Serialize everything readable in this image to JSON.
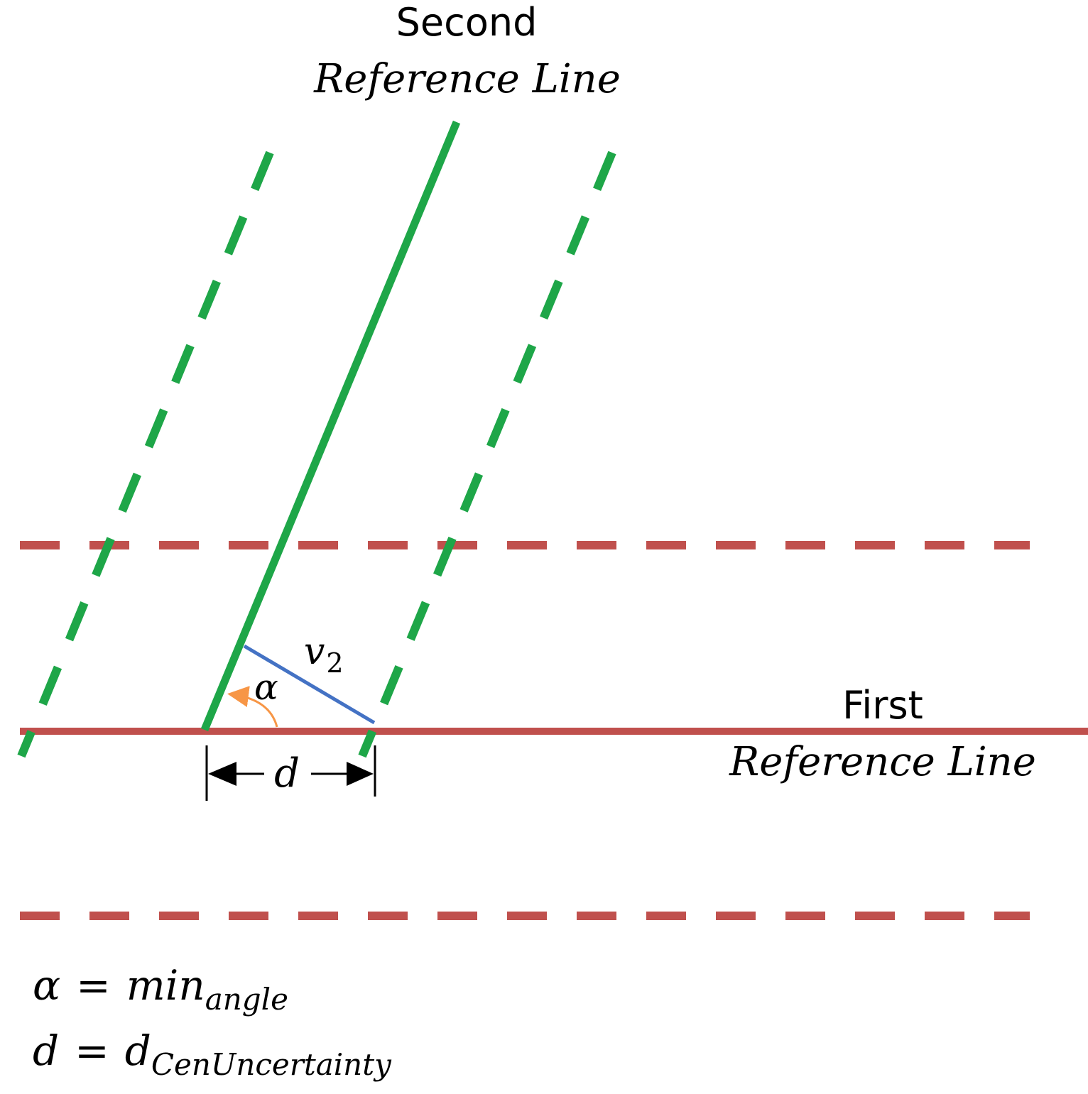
{
  "labels": {
    "second_line_word": "Second",
    "second_line_name": "Reference Line",
    "first_line_word": "First",
    "first_line_name": "Reference Line",
    "v_symbol": "v",
    "v_subscript": "2",
    "alpha_symbol": "α",
    "d_symbol": "d"
  },
  "legend": {
    "alpha_lhs": "α",
    "alpha_equals": "=",
    "alpha_rhs": "min",
    "alpha_rhs_subscript": "angle",
    "d_lhs": "d",
    "d_equals": "=",
    "d_rhs": "d",
    "d_rhs_subscript": "CenUncertainty"
  },
  "colors": {
    "green_line": "#1ea648",
    "red_line": "#c0504d",
    "blue_line": "#4472c4",
    "orange_arc": "#f79646",
    "text": "#000000"
  }
}
